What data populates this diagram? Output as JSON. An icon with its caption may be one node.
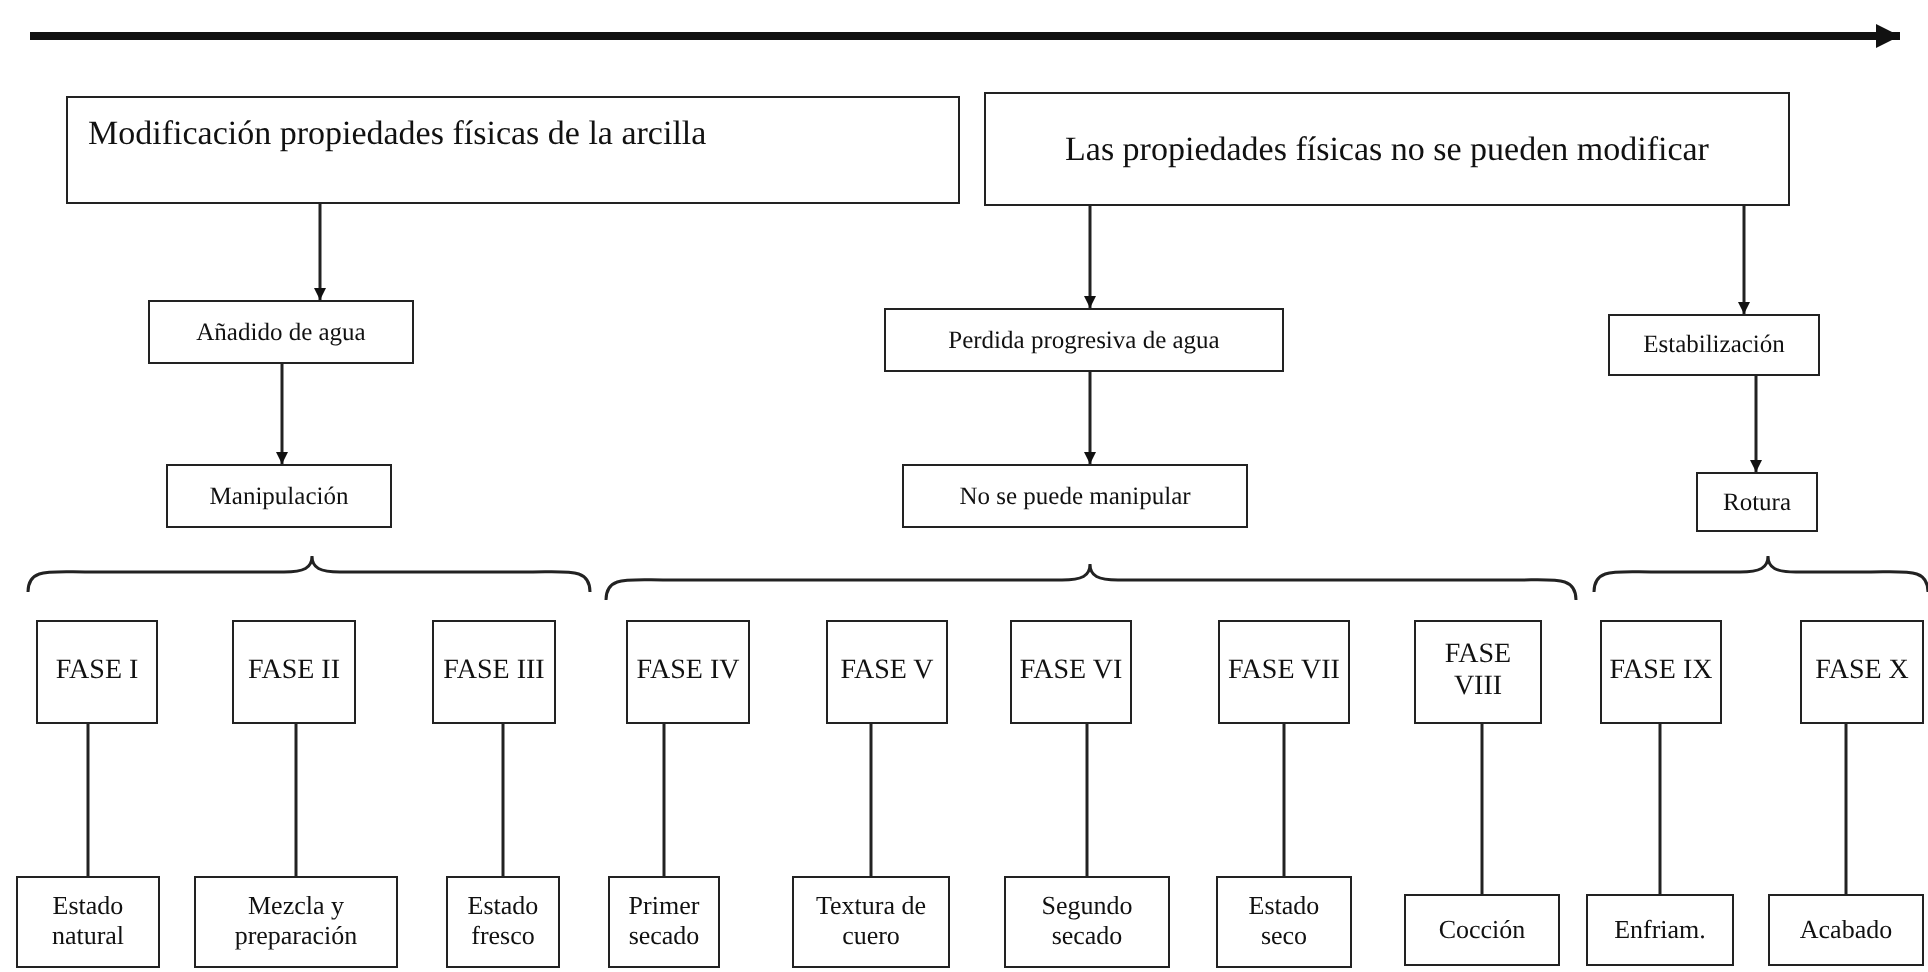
{
  "diagram": {
    "nodes": [
      {
        "text": [
          "Modificación propiedades físicas de la arcilla"
        ]
      },
      {
        "text": [
          "Las propiedades físicas no se pueden modificar"
        ]
      },
      {
        "text": [
          "Añadido de agua"
        ]
      },
      {
        "text": [
          "Manipulación"
        ]
      },
      {
        "text": [
          "Perdida progresiva de agua"
        ]
      },
      {
        "text": [
          "No se puede manipular"
        ]
      },
      {
        "text": [
          "Estabilización"
        ]
      },
      {
        "text": [
          "Rotura"
        ]
      },
      {
        "text": [
          "FASE I"
        ]
      },
      {
        "text": [
          "FASE II"
        ]
      },
      {
        "text": [
          "FASE III"
        ]
      },
      {
        "text": [
          "FASE IV"
        ]
      },
      {
        "text": [
          "FASE V"
        ]
      },
      {
        "text": [
          "FASE VI"
        ]
      },
      {
        "text": [
          "FASE VII"
        ]
      },
      {
        "text": [
          "FASE VIII"
        ]
      },
      {
        "text": [
          "FASE IX"
        ]
      },
      {
        "text": [
          "FASE X"
        ]
      },
      {
        "text": [
          "Estado natural"
        ]
      },
      {
        "text": [
          "Mezcla y preparación"
        ]
      },
      {
        "text": [
          "Estado fresco"
        ]
      },
      {
        "text": [
          "Primer secado"
        ]
      },
      {
        "text": [
          "Textura de cuero"
        ]
      },
      {
        "text": [
          "Segundo secado"
        ]
      },
      {
        "text": [
          "Estado seco"
        ]
      },
      {
        "text": [
          "Cocción"
        ]
      },
      {
        "text": [
          "Enfriam."
        ]
      },
      {
        "text": [
          "Acabado"
        ]
      }
    ],
    "edges": [
      {
        "from": 0,
        "to": 2,
        "arrow": "to"
      },
      {
        "from": 2,
        "to": 3,
        "arrow": "to"
      },
      {
        "from": 1,
        "to": 4,
        "arrow": "to"
      },
      {
        "from": 4,
        "to": 5,
        "arrow": "to"
      },
      {
        "from": 1,
        "to": 6,
        "arrow": "to"
      },
      {
        "from": 6,
        "to": 7,
        "arrow": "to"
      },
      {
        "from": 8,
        "to": 18,
        "arrow": "none"
      },
      {
        "from": 9,
        "to": 19,
        "arrow": "none"
      },
      {
        "from": 10,
        "to": 20,
        "arrow": "none"
      },
      {
        "from": 11,
        "to": 21,
        "arrow": "none"
      },
      {
        "from": 12,
        "to": 22,
        "arrow": "none"
      },
      {
        "from": 13,
        "to": 23,
        "arrow": "none"
      },
      {
        "from": 14,
        "to": 24,
        "arrow": "none"
      },
      {
        "from": 15,
        "to": 25,
        "arrow": "none"
      },
      {
        "from": 16,
        "to": 26,
        "arrow": "none"
      },
      {
        "from": 17,
        "to": 27,
        "arrow": "none"
      }
    ]
  }
}
